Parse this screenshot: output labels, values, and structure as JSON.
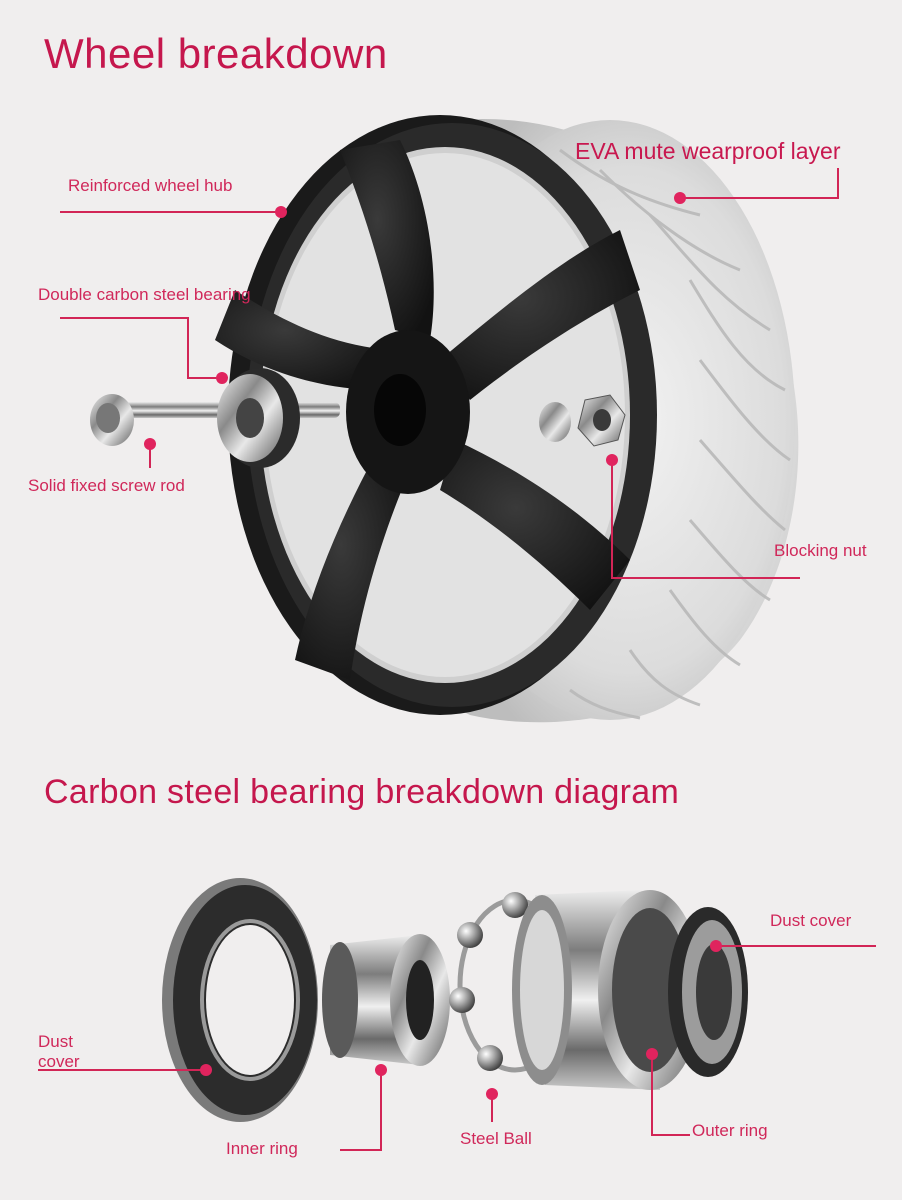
{
  "sections": {
    "wheel_title": "Wheel breakdown",
    "bearing_title": "Carbon steel bearing breakdown diagram"
  },
  "wheel_labels": {
    "eva": "EVA mute wearproof layer",
    "hub": "Reinforced wheel hub",
    "bearing": "Double carbon steel bearing",
    "rod": "Solid fixed screw rod",
    "nut": "Blocking nut"
  },
  "bearing_labels": {
    "dust_cover_right": "Dust cover",
    "dust_cover_left_line1": "Dust",
    "dust_cover_left_line2": "cover",
    "inner_ring": "Inner ring",
    "steel_ball": "Steel Ball",
    "outer_ring": "Outer ring"
  },
  "colors": {
    "accent": "#c5174d",
    "leader": "#d22556",
    "wheel_hub": "#1d1d1d",
    "tire": "#d9d9d9",
    "metal": "#b8b8b8"
  }
}
